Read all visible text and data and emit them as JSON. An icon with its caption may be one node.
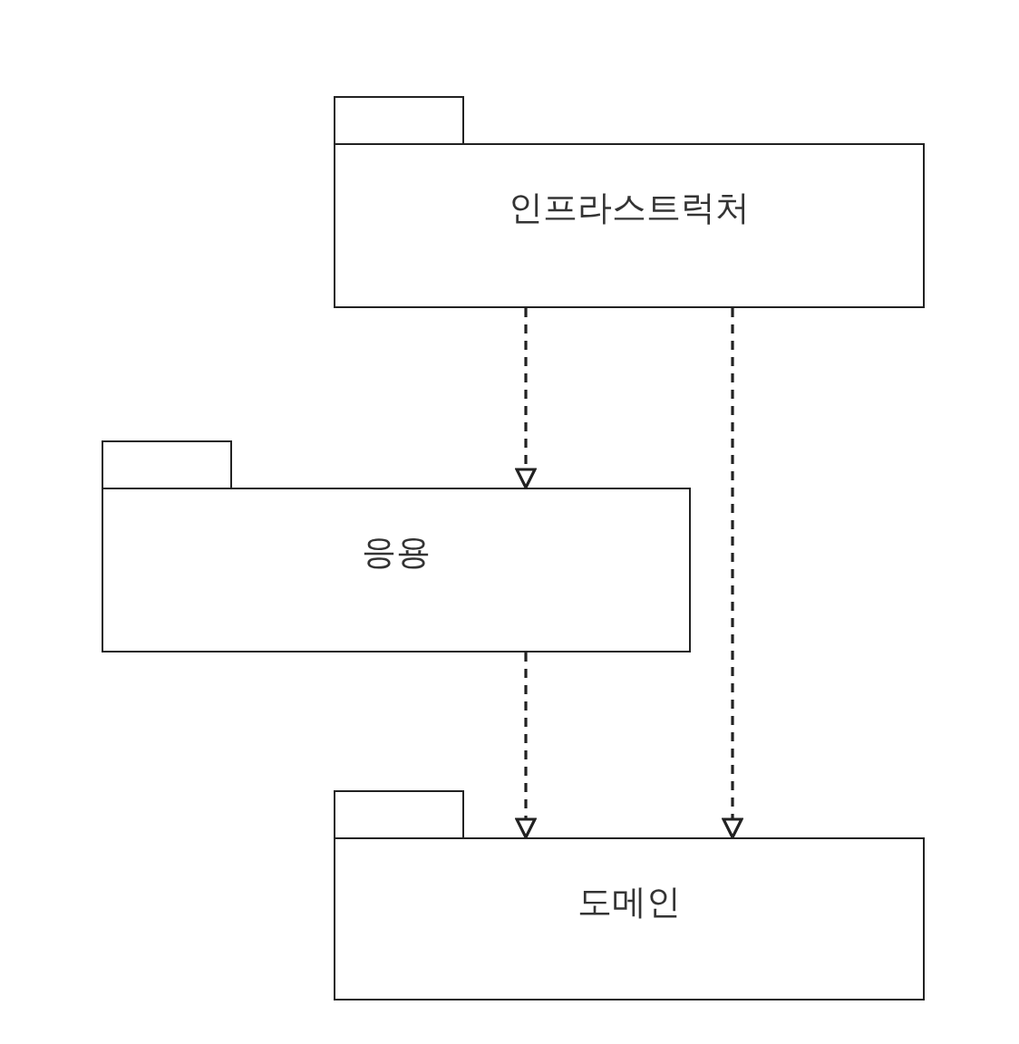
{
  "diagram": {
    "nodes": [
      {
        "text": [
          "인프라스트럭처"
        ]
      },
      {
        "text": [
          "응용"
        ]
      },
      {
        "text": [
          "도메인"
        ]
      }
    ],
    "edges": [
      {
        "from": 0,
        "to": 1,
        "arrow": "to",
        "style": "dashed"
      },
      {
        "from": 1,
        "to": 2,
        "arrow": "to",
        "style": "dashed"
      },
      {
        "from": 0,
        "to": 2,
        "arrow": "to",
        "style": "dashed"
      }
    ]
  }
}
